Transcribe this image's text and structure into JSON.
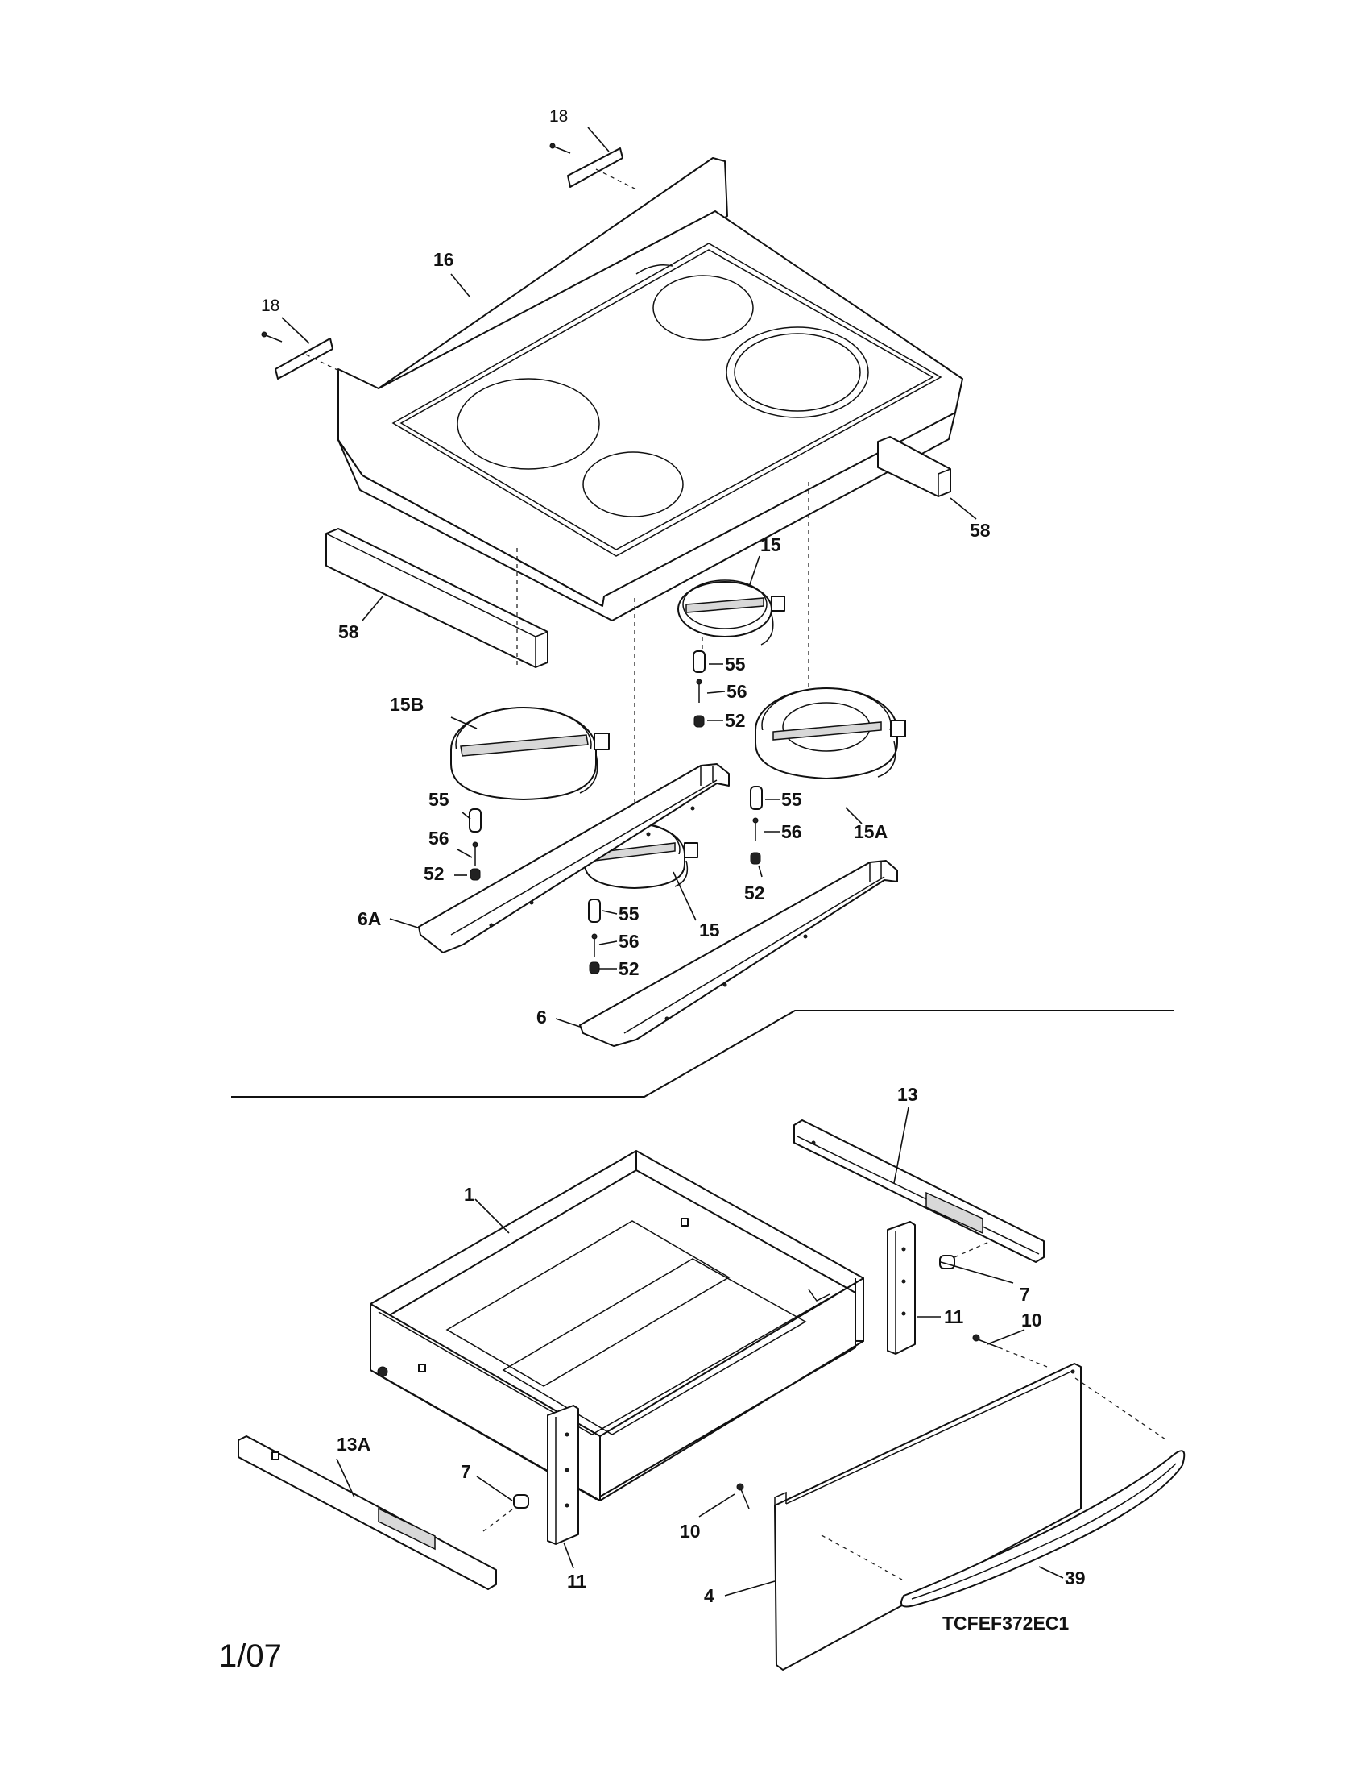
{
  "drawing_code": "TCFEF372EC1",
  "page_number": "1/07",
  "callouts": {
    "c18a": "18",
    "c18b": "18",
    "c16": "16",
    "c58a": "58",
    "c58b": "58",
    "c15a": "15",
    "c15b": "15",
    "c15B": "15B",
    "c15A": "15A",
    "c55a": "55",
    "c55b": "55",
    "c55c": "55",
    "c55d": "55",
    "c56a": "56",
    "c56b": "56",
    "c56c": "56",
    "c56d": "56",
    "c52a": "52",
    "c52b": "52",
    "c52c": "52",
    "c52d": "52",
    "c6A": "6A",
    "c6": "6",
    "c13": "13",
    "c13A": "13A",
    "c1": "1",
    "c7a": "7",
    "c7b": "7",
    "c11a": "11",
    "c11b": "11",
    "c10a": "10",
    "c10b": "10",
    "c4": "4",
    "c39": "39"
  }
}
